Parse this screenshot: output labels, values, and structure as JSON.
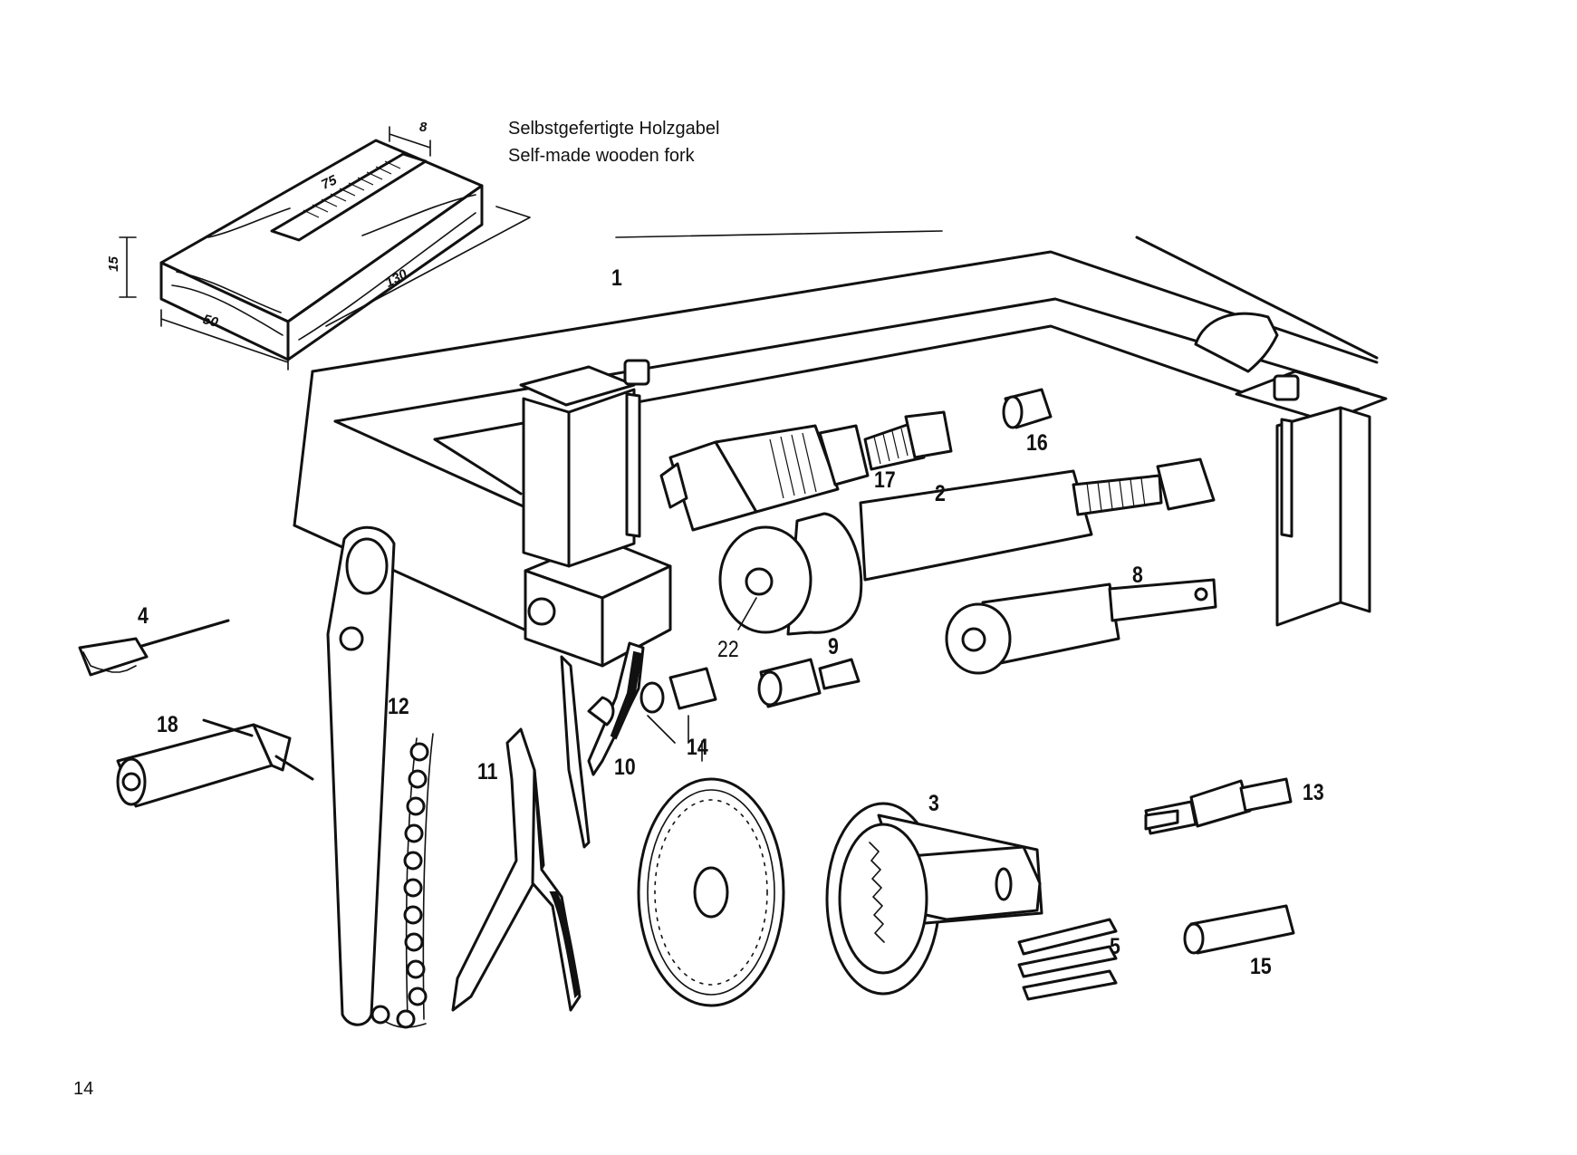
{
  "caption": {
    "german": "Selbstgefertigte Holzgabel",
    "english": "Self-made wooden fork"
  },
  "fork_dimensions": {
    "slot_width": "8",
    "slot_length": "75",
    "thickness": "15",
    "length": "130",
    "width": "50"
  },
  "part_labels": {
    "p1": "1",
    "p2": "2",
    "p3": "3",
    "p4": "4",
    "p5": "5",
    "p8": "8",
    "p9": "9",
    "p10": "10",
    "p11": "11",
    "p12": "12",
    "p13": "13",
    "p14": "14",
    "p15": "15",
    "p16": "16",
    "p17": "17",
    "p18": "18",
    "p22": "22"
  },
  "page_number": "14"
}
